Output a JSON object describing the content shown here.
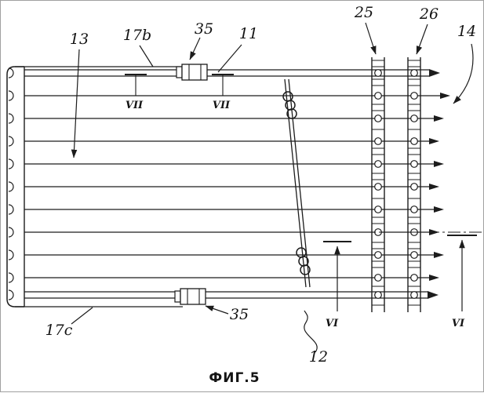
{
  "figure": {
    "caption": "ФИГ.5",
    "labels": {
      "n13": "13",
      "n17b": "17b",
      "n35_top": "35",
      "n11": "11",
      "n25": "25",
      "n26": "26",
      "n14": "14",
      "n17c": "17c",
      "n35_bottom": "35",
      "n12": "12",
      "section_vii_left": "VII",
      "section_vii_right": "VII",
      "section_vi_left": "VI",
      "section_vi_right": "VI"
    }
  }
}
